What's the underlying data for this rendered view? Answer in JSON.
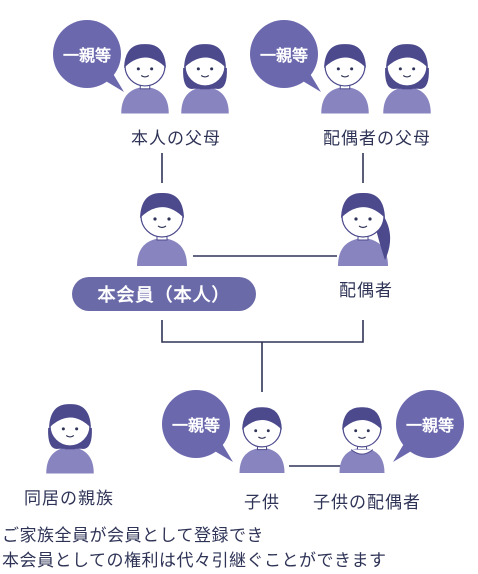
{
  "colors": {
    "accent": "#6a6aa8",
    "bubble": "#6b68ad",
    "hair": "#4c4a8c",
    "skin": "#ffffff",
    "shirt": "#8884c0",
    "line": "#2f3457"
  },
  "bubbles": {
    "top_left": "一親等",
    "top_right": "一親等",
    "child": "一親等",
    "child_spouse": "一親等"
  },
  "labels": {
    "own_parents": "本人の父母",
    "spouse_parents": "配偶者の父母",
    "main_member": "本会員（本人）",
    "spouse": "配偶者",
    "relatives": "同居の親族",
    "child": "子供",
    "child_spouse": "子供の配偶者"
  },
  "footer": {
    "line1": "ご家族全員が会員として登録でき",
    "line2": "本会員としての権利は代々引継ぐことができます"
  },
  "icons": {
    "people": [
      "person-icon"
    ],
    "bubble": "speech-bubble-icon"
  }
}
